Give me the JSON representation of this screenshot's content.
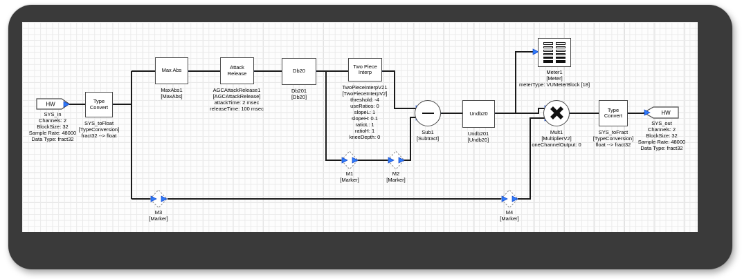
{
  "colors": {
    "port_blue": "#2f7bfa",
    "wire": "#1a1a1a",
    "frame": "#3a3a3a",
    "grid_minor": "#ebebeb",
    "grid_major": "#dedede"
  },
  "blocks": {
    "sys_in": {
      "title": "HW",
      "caption": [
        "SYS_in",
        "Channels: 2",
        "BlockSize: 32",
        "Sample Rate: 48000",
        "Data Type: fract32"
      ]
    },
    "sys_to_float": {
      "title": "Type Convert",
      "caption": [
        "SYS_toFloat",
        "[TypeConversion]",
        "fract32 --> float"
      ]
    },
    "max_abs": {
      "title": "Max Abs",
      "caption": [
        "MaxAbs1",
        "[MaxAbs]"
      ]
    },
    "attack_release": {
      "title": "Attack Release",
      "caption": [
        "AGCAttackRelease1",
        "[AGCAttackRelease]",
        "attackTime: 2 msec",
        "releaseTime: 100 msec"
      ]
    },
    "db20": {
      "title": "Db20",
      "caption": [
        "Db201",
        "[Db20]"
      ]
    },
    "two_piece": {
      "title": "Two Piece Interp",
      "caption": [
        "TwoPieceInterpV21",
        "[TwoPieceInterpV2]",
        "threshold: -4",
        "useRatios: 0",
        "slopeL: 1",
        "slopeH: 0.1",
        "ratioL: 1",
        "ratioH: 1",
        "kneeDepth: 0"
      ]
    },
    "sub1": {
      "caption": [
        "Sub1",
        "[Subtract]"
      ]
    },
    "undb20": {
      "title": "Undb20",
      "caption": [
        "Undb201",
        "[Undb20]"
      ]
    },
    "meter1": {
      "caption": [
        "Meter1",
        "[Meter]",
        "meterType: VUMeterBlock [18]"
      ]
    },
    "mult1": {
      "caption": [
        "Mult1",
        "[MultiplierV2]",
        "oneChannelOutput: 0"
      ]
    },
    "sys_to_fract": {
      "title": "Type Convert",
      "caption": [
        "SYS_toFract",
        "[TypeConversion]",
        "float --> fract32"
      ]
    },
    "sys_out": {
      "title": "HW",
      "caption": [
        "SYS_out",
        "Channels: 2",
        "BlockSize: 32",
        "Sample Rate: 48000",
        "Data Type: fract32"
      ]
    },
    "m1": {
      "caption": [
        "M1",
        "[Marker]"
      ]
    },
    "m2": {
      "caption": [
        "M2",
        "[Marker]"
      ]
    },
    "m3": {
      "caption": [
        "M3",
        "[Marker]"
      ]
    },
    "m4": {
      "caption": [
        "M4",
        "[Marker]"
      ]
    }
  }
}
